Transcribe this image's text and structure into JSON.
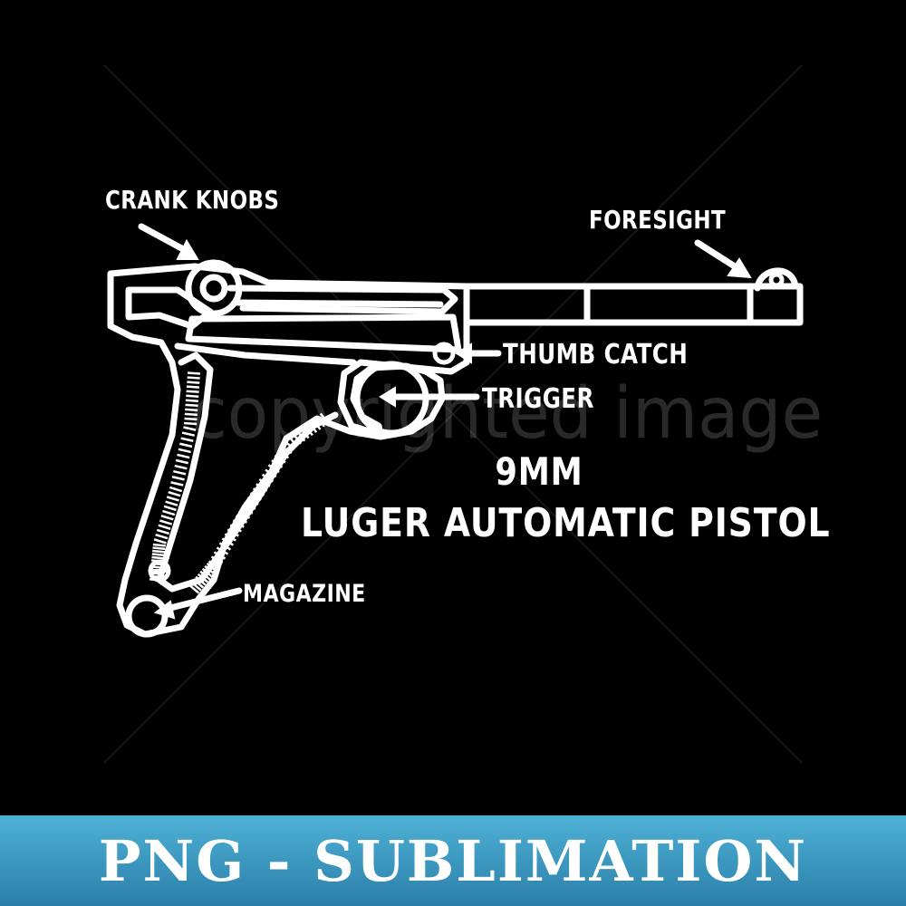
{
  "watermark": "copyrighted image",
  "labels": {
    "crank_knobs": "CRANK KNOBS",
    "foresight": "FORESIGHT",
    "thumb_catch": "THUMB CATCH",
    "trigger": "TRIGGER",
    "magazine": "MAGAZINE"
  },
  "title": {
    "caliber": "9MM",
    "name": "LUGER AUTOMATIC PISTOL"
  },
  "banner": {
    "text": "PNG - SUBLIMATION",
    "gradient_top": "#4eb1d6",
    "gradient_bottom": "#2b7fa8"
  },
  "colors": {
    "background": "#000000",
    "line_art": "#ffffff"
  }
}
